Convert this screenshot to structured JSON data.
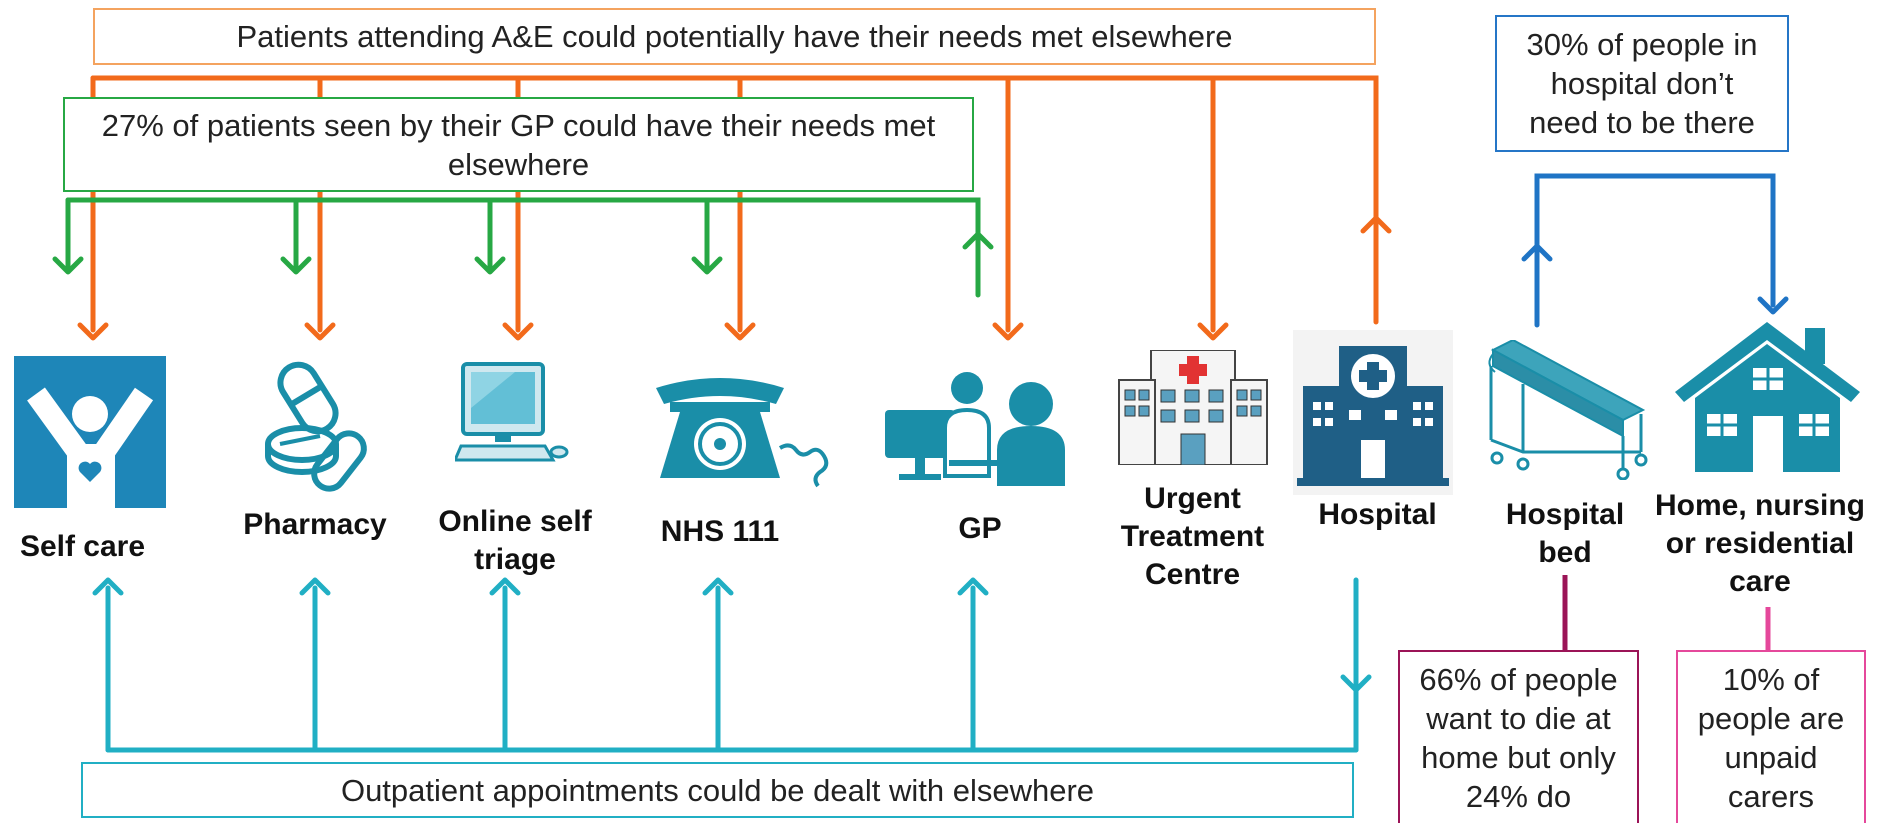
{
  "colors": {
    "ae": "#f26a1b",
    "gp": "#27a844",
    "outpatient": "#21afc4",
    "hospital": "#1f74c5",
    "die": "#9b1457",
    "carers": "#e5489b",
    "icon": "#1a8ea8",
    "icon_dark": "#1f5f86"
  },
  "boxes": {
    "ae": "Patients attending A&E could potentially have their needs met elsewhere",
    "gp": "27% of patients seen by their GP could have their needs met elsewhere",
    "hospital_30": "30% of people in hospital don’t need to be there",
    "outpatient": "Outpatient appointments could be dealt with elsewhere",
    "die_66": "66% of people want to die at home but only 24% do",
    "carers_10": "10% of people are unpaid carers"
  },
  "services": [
    {
      "id": "self-care",
      "label": "Self care",
      "icon": "self-care-icon"
    },
    {
      "id": "pharmacy",
      "label": "Pharmacy",
      "icon": "pills-icon"
    },
    {
      "id": "online-triage",
      "label": "Online self triage",
      "icon": "computer-icon"
    },
    {
      "id": "nhs-111",
      "label": "NHS 111",
      "icon": "telephone-icon"
    },
    {
      "id": "gp",
      "label": "GP",
      "icon": "gp-consultation-icon"
    },
    {
      "id": "utc",
      "label": "Urgent Treatment Centre",
      "icon": "urgent-treatment-building-icon"
    },
    {
      "id": "hospital",
      "label": "Hospital",
      "icon": "hospital-building-icon"
    },
    {
      "id": "hospital-bed",
      "label": "Hospital bed",
      "icon": "hospital-bed-icon"
    },
    {
      "id": "home-care",
      "label": "Home, nursing or residential care",
      "icon": "house-icon"
    }
  ]
}
